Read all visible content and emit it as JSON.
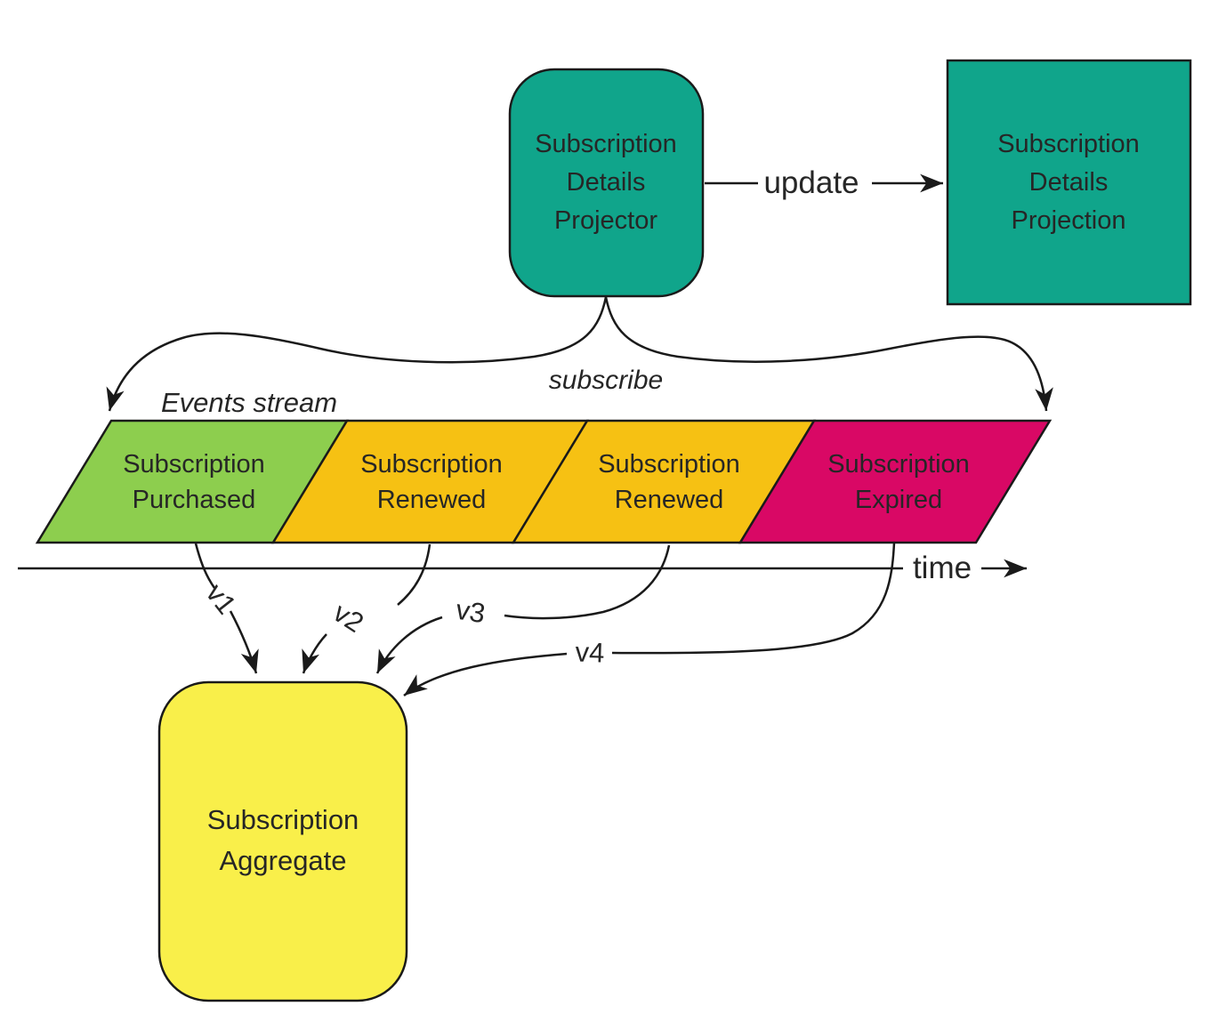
{
  "colors": {
    "teal": "#10A58B",
    "green": "#8DCE4E",
    "gold": "#F6C113",
    "pink": "#D90865",
    "yellow": "#F9EF4A",
    "ink": "#1A1A1A"
  },
  "projector": {
    "lines": [
      "Subscription",
      "Details",
      "Projector"
    ]
  },
  "projection": {
    "lines": [
      "Subscription",
      "Details",
      "Projection"
    ]
  },
  "aggregate": {
    "lines": [
      "Subscription",
      "Aggregate"
    ]
  },
  "stream": {
    "title": "Events stream"
  },
  "events": [
    {
      "lines": [
        "Subscription",
        "Purchased"
      ]
    },
    {
      "lines": [
        "Subscription",
        "Renewed"
      ]
    },
    {
      "lines": [
        "Subscription",
        "Renewed"
      ]
    },
    {
      "lines": [
        "Subscription",
        "Expired"
      ]
    }
  ],
  "versions": [
    "v1",
    "v2",
    "v3",
    "v4"
  ],
  "labels": {
    "update": "update",
    "subscribe": "subscribe",
    "time": "time"
  }
}
